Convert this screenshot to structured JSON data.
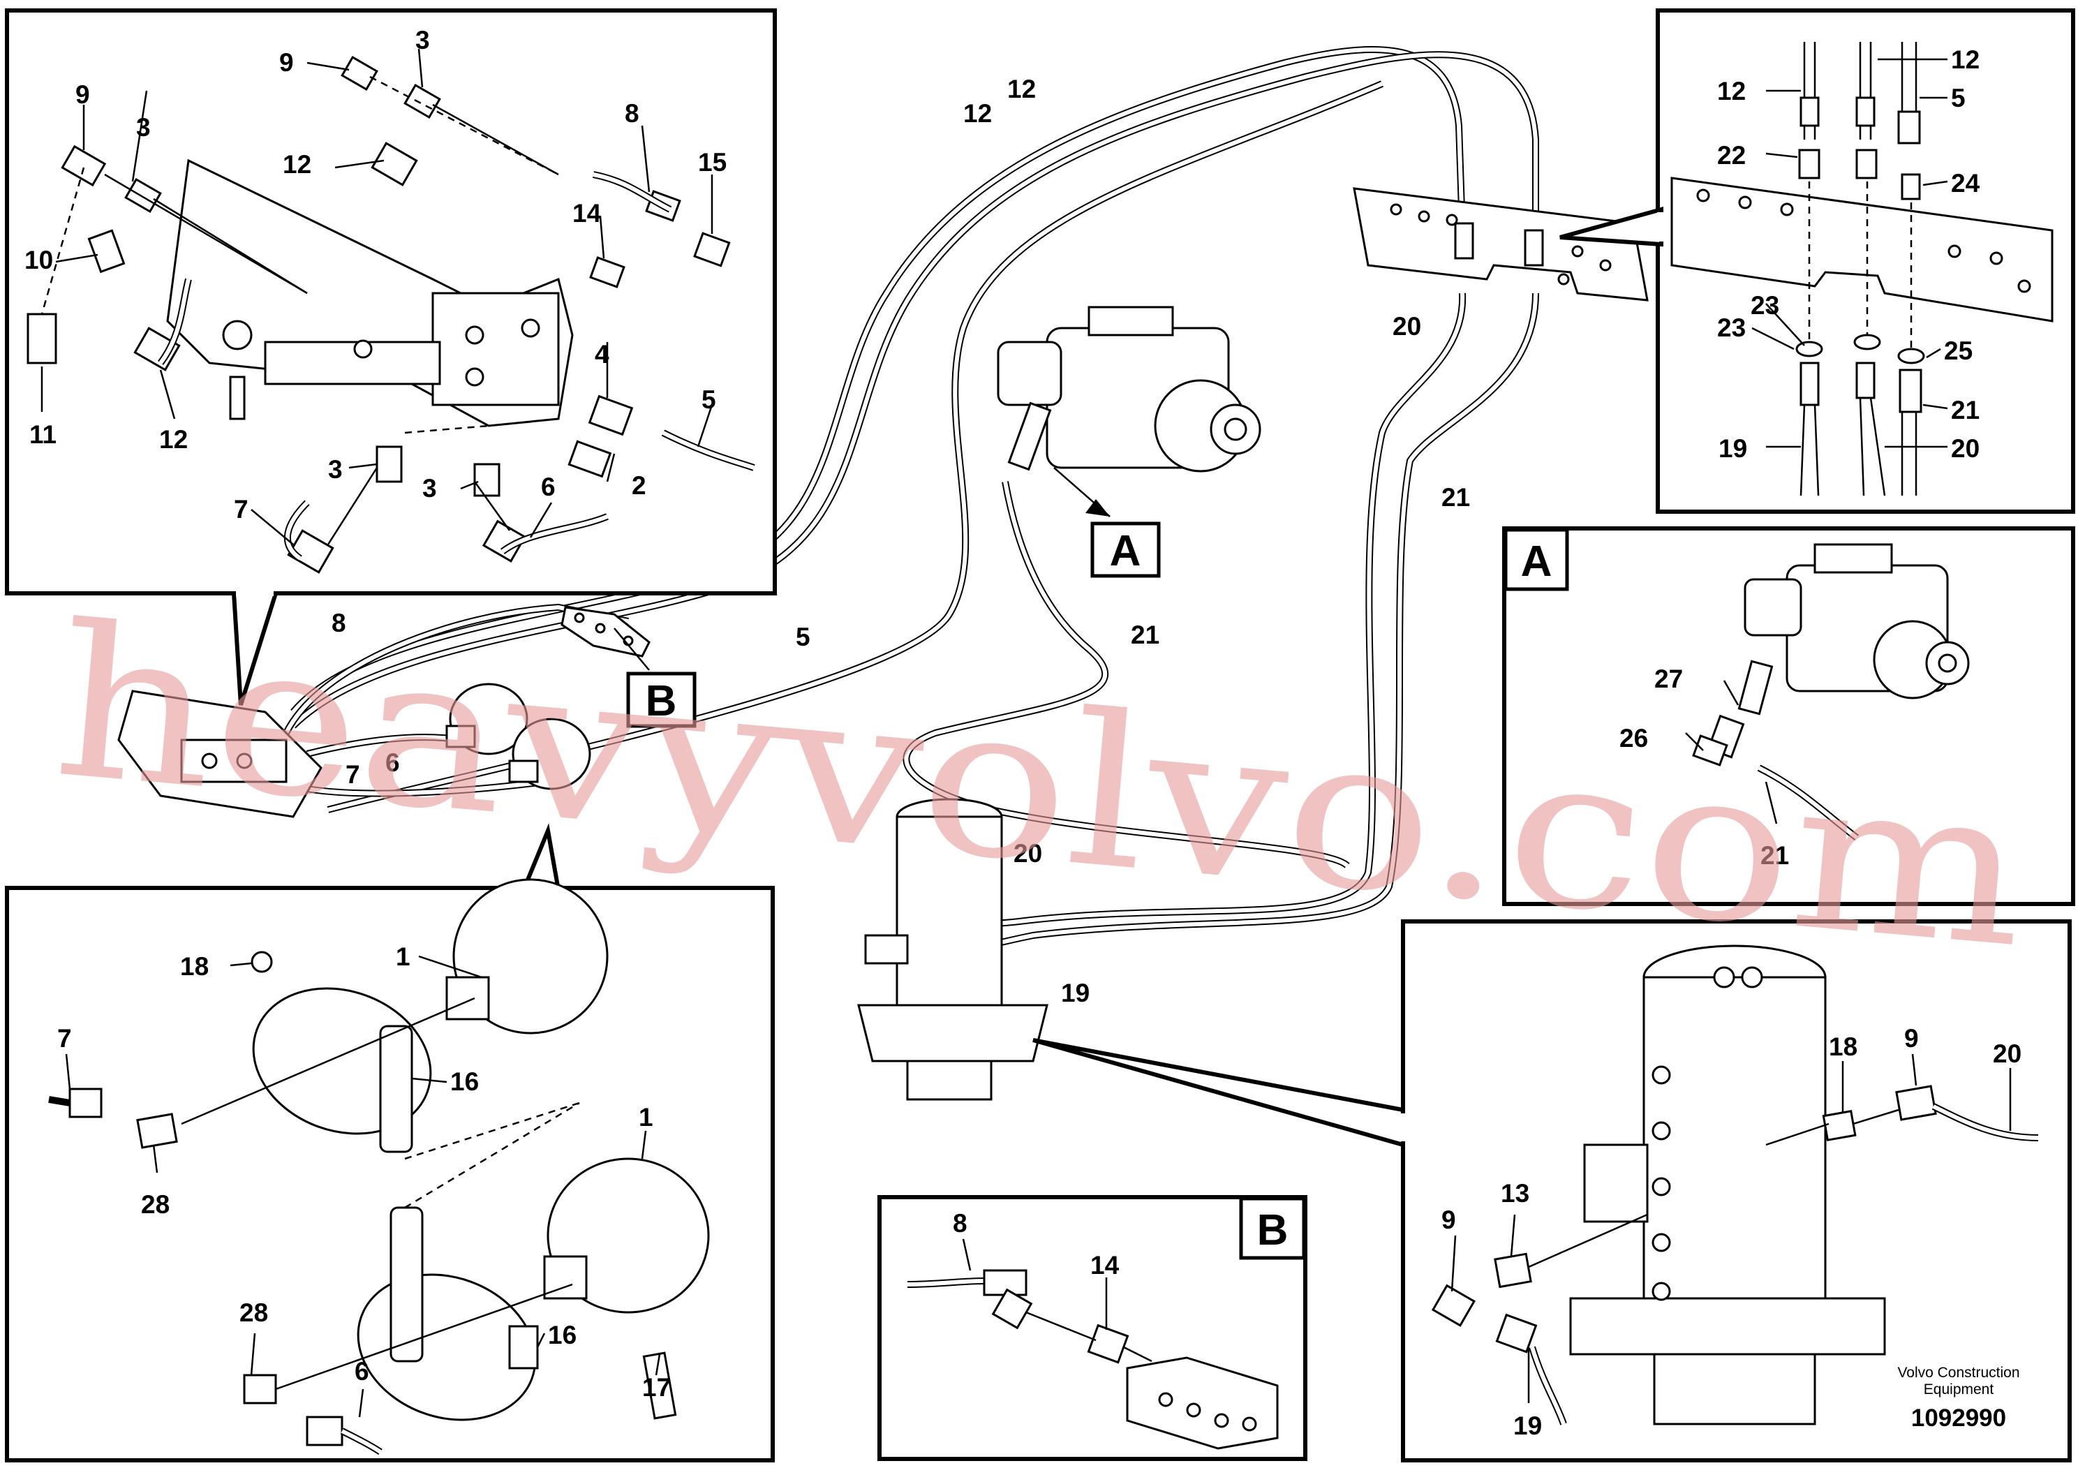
{
  "callouts": {
    "view_a": "A",
    "view_b": "B"
  },
  "labels": {
    "tl": [
      "9",
      "3",
      "9",
      "3",
      "12",
      "8",
      "15",
      "14",
      "10",
      "11",
      "12",
      "4",
      "5",
      "3",
      "3",
      "7",
      "6",
      "2"
    ],
    "main": [
      "12",
      "12",
      "20",
      "21",
      "21",
      "5",
      "8",
      "7",
      "6",
      "20",
      "19"
    ],
    "tr": [
      "12",
      "12",
      "5",
      "22",
      "24",
      "23",
      "23",
      "25",
      "21",
      "19",
      "20"
    ],
    "a": [
      "27",
      "26",
      "21"
    ],
    "bl": [
      "18",
      "1",
      "7",
      "16",
      "28",
      "1",
      "28",
      "6",
      "16",
      "17"
    ],
    "b": [
      "8",
      "14"
    ],
    "br": [
      "18",
      "9",
      "20",
      "13",
      "9",
      "19"
    ]
  },
  "watermark": "heavyvolvo.com",
  "logo": {
    "line1": "Volvo Construction",
    "line2": "Equipment"
  },
  "drawing_number": "1092990"
}
